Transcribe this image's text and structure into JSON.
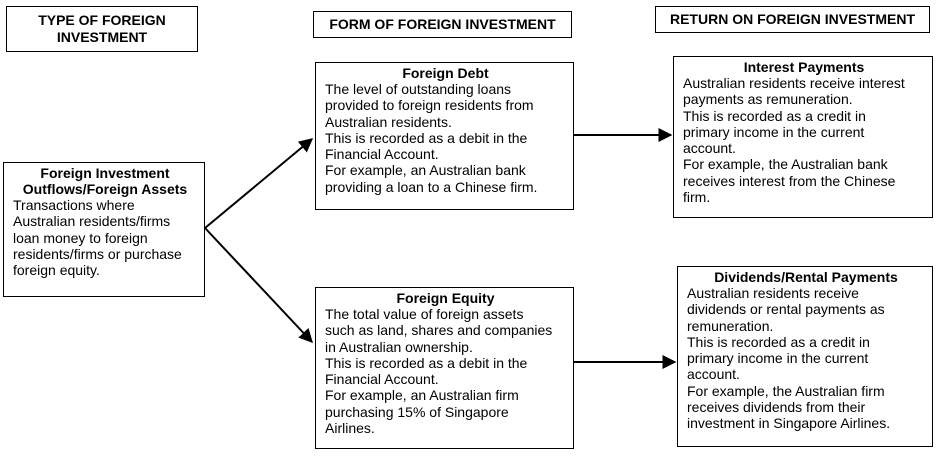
{
  "headers": {
    "type": [
      "TYPE OF FOREIGN",
      "INVESTMENT"
    ],
    "form": [
      "FORM OF FOREIGN INVESTMENT"
    ],
    "return": [
      "RETURN ON FOREIGN INVESTMENT"
    ]
  },
  "outflows": {
    "title": [
      "Foreign Investment",
      "Outflows/Foreign Assets"
    ],
    "lines": [
      "Transactions where",
      "Australian residents/firms",
      "loan money to foreign",
      "residents/firms or purchase",
      "foreign equity."
    ]
  },
  "debt": {
    "title": [
      "Foreign Debt"
    ],
    "lines": [
      "The level of outstanding loans",
      "provided to foreign residents from",
      "Australian residents.",
      "This is recorded as a debit in the",
      "Financial Account.",
      "For example, an Australian bank",
      "providing a loan to a Chinese firm."
    ]
  },
  "equity": {
    "title": [
      "Foreign Equity"
    ],
    "lines": [
      "The total value of foreign assets",
      "such as land, shares and companies",
      "in Australian ownership.",
      "This is recorded as a debit in the",
      "Financial Account.",
      "For example, an Australian firm",
      "purchasing 15% of Singapore",
      "Airlines."
    ]
  },
  "interest": {
    "title": [
      "Interest Payments"
    ],
    "lines": [
      "Australian residents receive interest",
      "payments as remuneration.",
      "This is recorded as a credit in",
      "primary income in the current",
      "account.",
      "For example, the Australian bank",
      "receives interest from the Chinese",
      "firm."
    ]
  },
  "dividends": {
    "title": [
      "Dividends/Rental Payments"
    ],
    "lines": [
      "Australian residents receive",
      "dividends or rental payments as",
      "remuneration.",
      "This is recorded as a credit in",
      "primary income in the current",
      "account.",
      "For example, the Australian firm",
      "receives dividends from their",
      "investment in Singapore Airlines."
    ]
  }
}
